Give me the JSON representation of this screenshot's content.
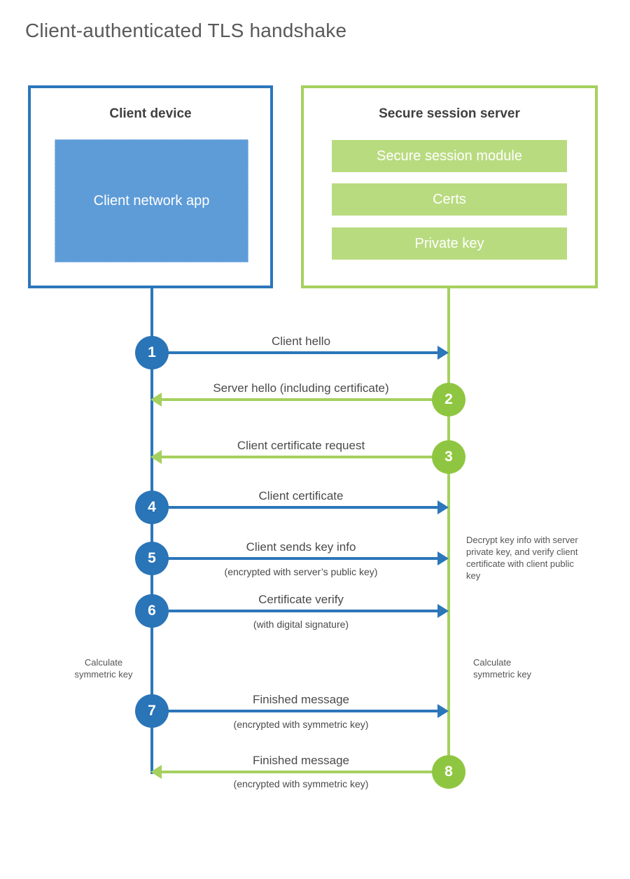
{
  "title": "Client-authenticated TLS handshake",
  "client_box": {
    "heading": "Client device",
    "app_label": "Client network app"
  },
  "server_box": {
    "heading": "Secure session server",
    "modules": [
      "Secure session module",
      "Certs",
      "Private key"
    ]
  },
  "messages": [
    {
      "num": "1",
      "label": "Client hello",
      "direction": "client-to-server"
    },
    {
      "num": "2",
      "label": "Server hello (including certificate)",
      "direction": "server-to-client"
    },
    {
      "num": "3",
      "label": "Client certificate request",
      "direction": "server-to-client"
    },
    {
      "num": "4",
      "label": "Client certificate",
      "direction": "client-to-server"
    },
    {
      "num": "5",
      "label": "Client sends key info",
      "sub": "(encrypted with server’s public key)",
      "direction": "client-to-server"
    },
    {
      "num": "6",
      "label": "Certificate verify",
      "sub": "(with digital signature)",
      "direction": "client-to-server"
    },
    {
      "num": "7",
      "label": "Finished message",
      "sub": "(encrypted with symmetric key)",
      "direction": "client-to-server"
    },
    {
      "num": "8",
      "label": "Finished message",
      "sub": "(encrypted with symmetric key)",
      "direction": "server-to-client"
    }
  ],
  "notes": {
    "decrypt": "Decrypt key info with server private key, and verify client certificate with client public key",
    "calc_left": "Calculate symmetric key",
    "calc_right": "Calculate symmetric key"
  },
  "colors": {
    "blue": "#2c76ba",
    "blue_fill": "#5e9cd8",
    "green": "#a5d05f",
    "green_circle": "#8fc641",
    "green_fill": "#b9db80"
  }
}
